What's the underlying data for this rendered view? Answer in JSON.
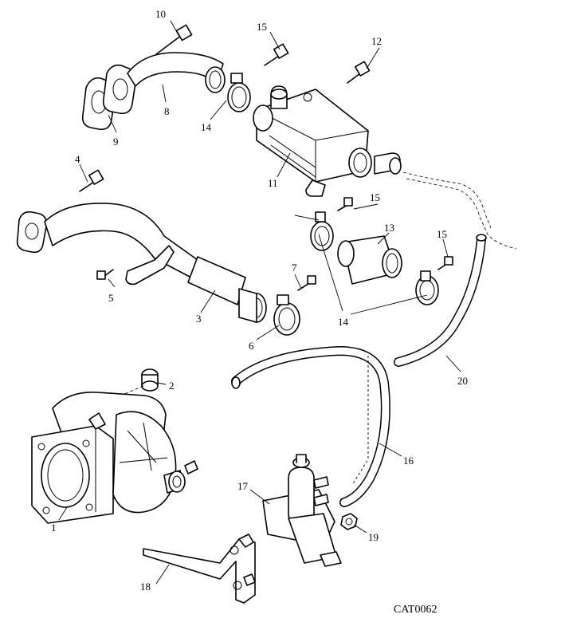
{
  "diagram": {
    "reference_code": "CAT0062",
    "callouts": {
      "c1": "1",
      "c2": "2",
      "c3": "3",
      "c4": "4",
      "c5": "5",
      "c6": "6",
      "c7": "7",
      "c8": "8",
      "c9": "9",
      "c10": "10",
      "c11": "11",
      "c12": "12",
      "c13": "13",
      "c14a": "14",
      "c14b": "14",
      "c15a": "15",
      "c15b": "15",
      "c15c": "15",
      "c16": "16",
      "c17": "17",
      "c18": "18",
      "c19": "19",
      "c20": "20"
    }
  }
}
